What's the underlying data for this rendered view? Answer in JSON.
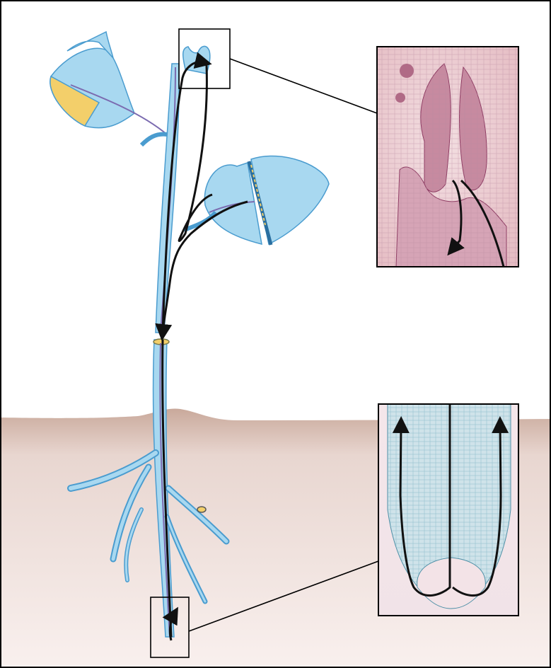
{
  "figure": {
    "colors": {
      "sky": "#ffffff",
      "soil_top": "#c9a99b",
      "soil_bottom": "#f8eeec",
      "plant_fill": "#a8d8f0",
      "plant_stroke": "#4a9ccf",
      "vein": "#7b6bb0",
      "leaf_yellow": "#f3cf6a",
      "path_arrow": "#111111",
      "shoot_micrograph": "#e9c6c9",
      "root_micrograph": "#cfe3ea",
      "border": "#000000"
    },
    "icons": {
      "shoot_tip_box": "rectangle-outline",
      "root_tip_box": "rectangle-outline",
      "flow_arrow": "arrowhead"
    }
  }
}
